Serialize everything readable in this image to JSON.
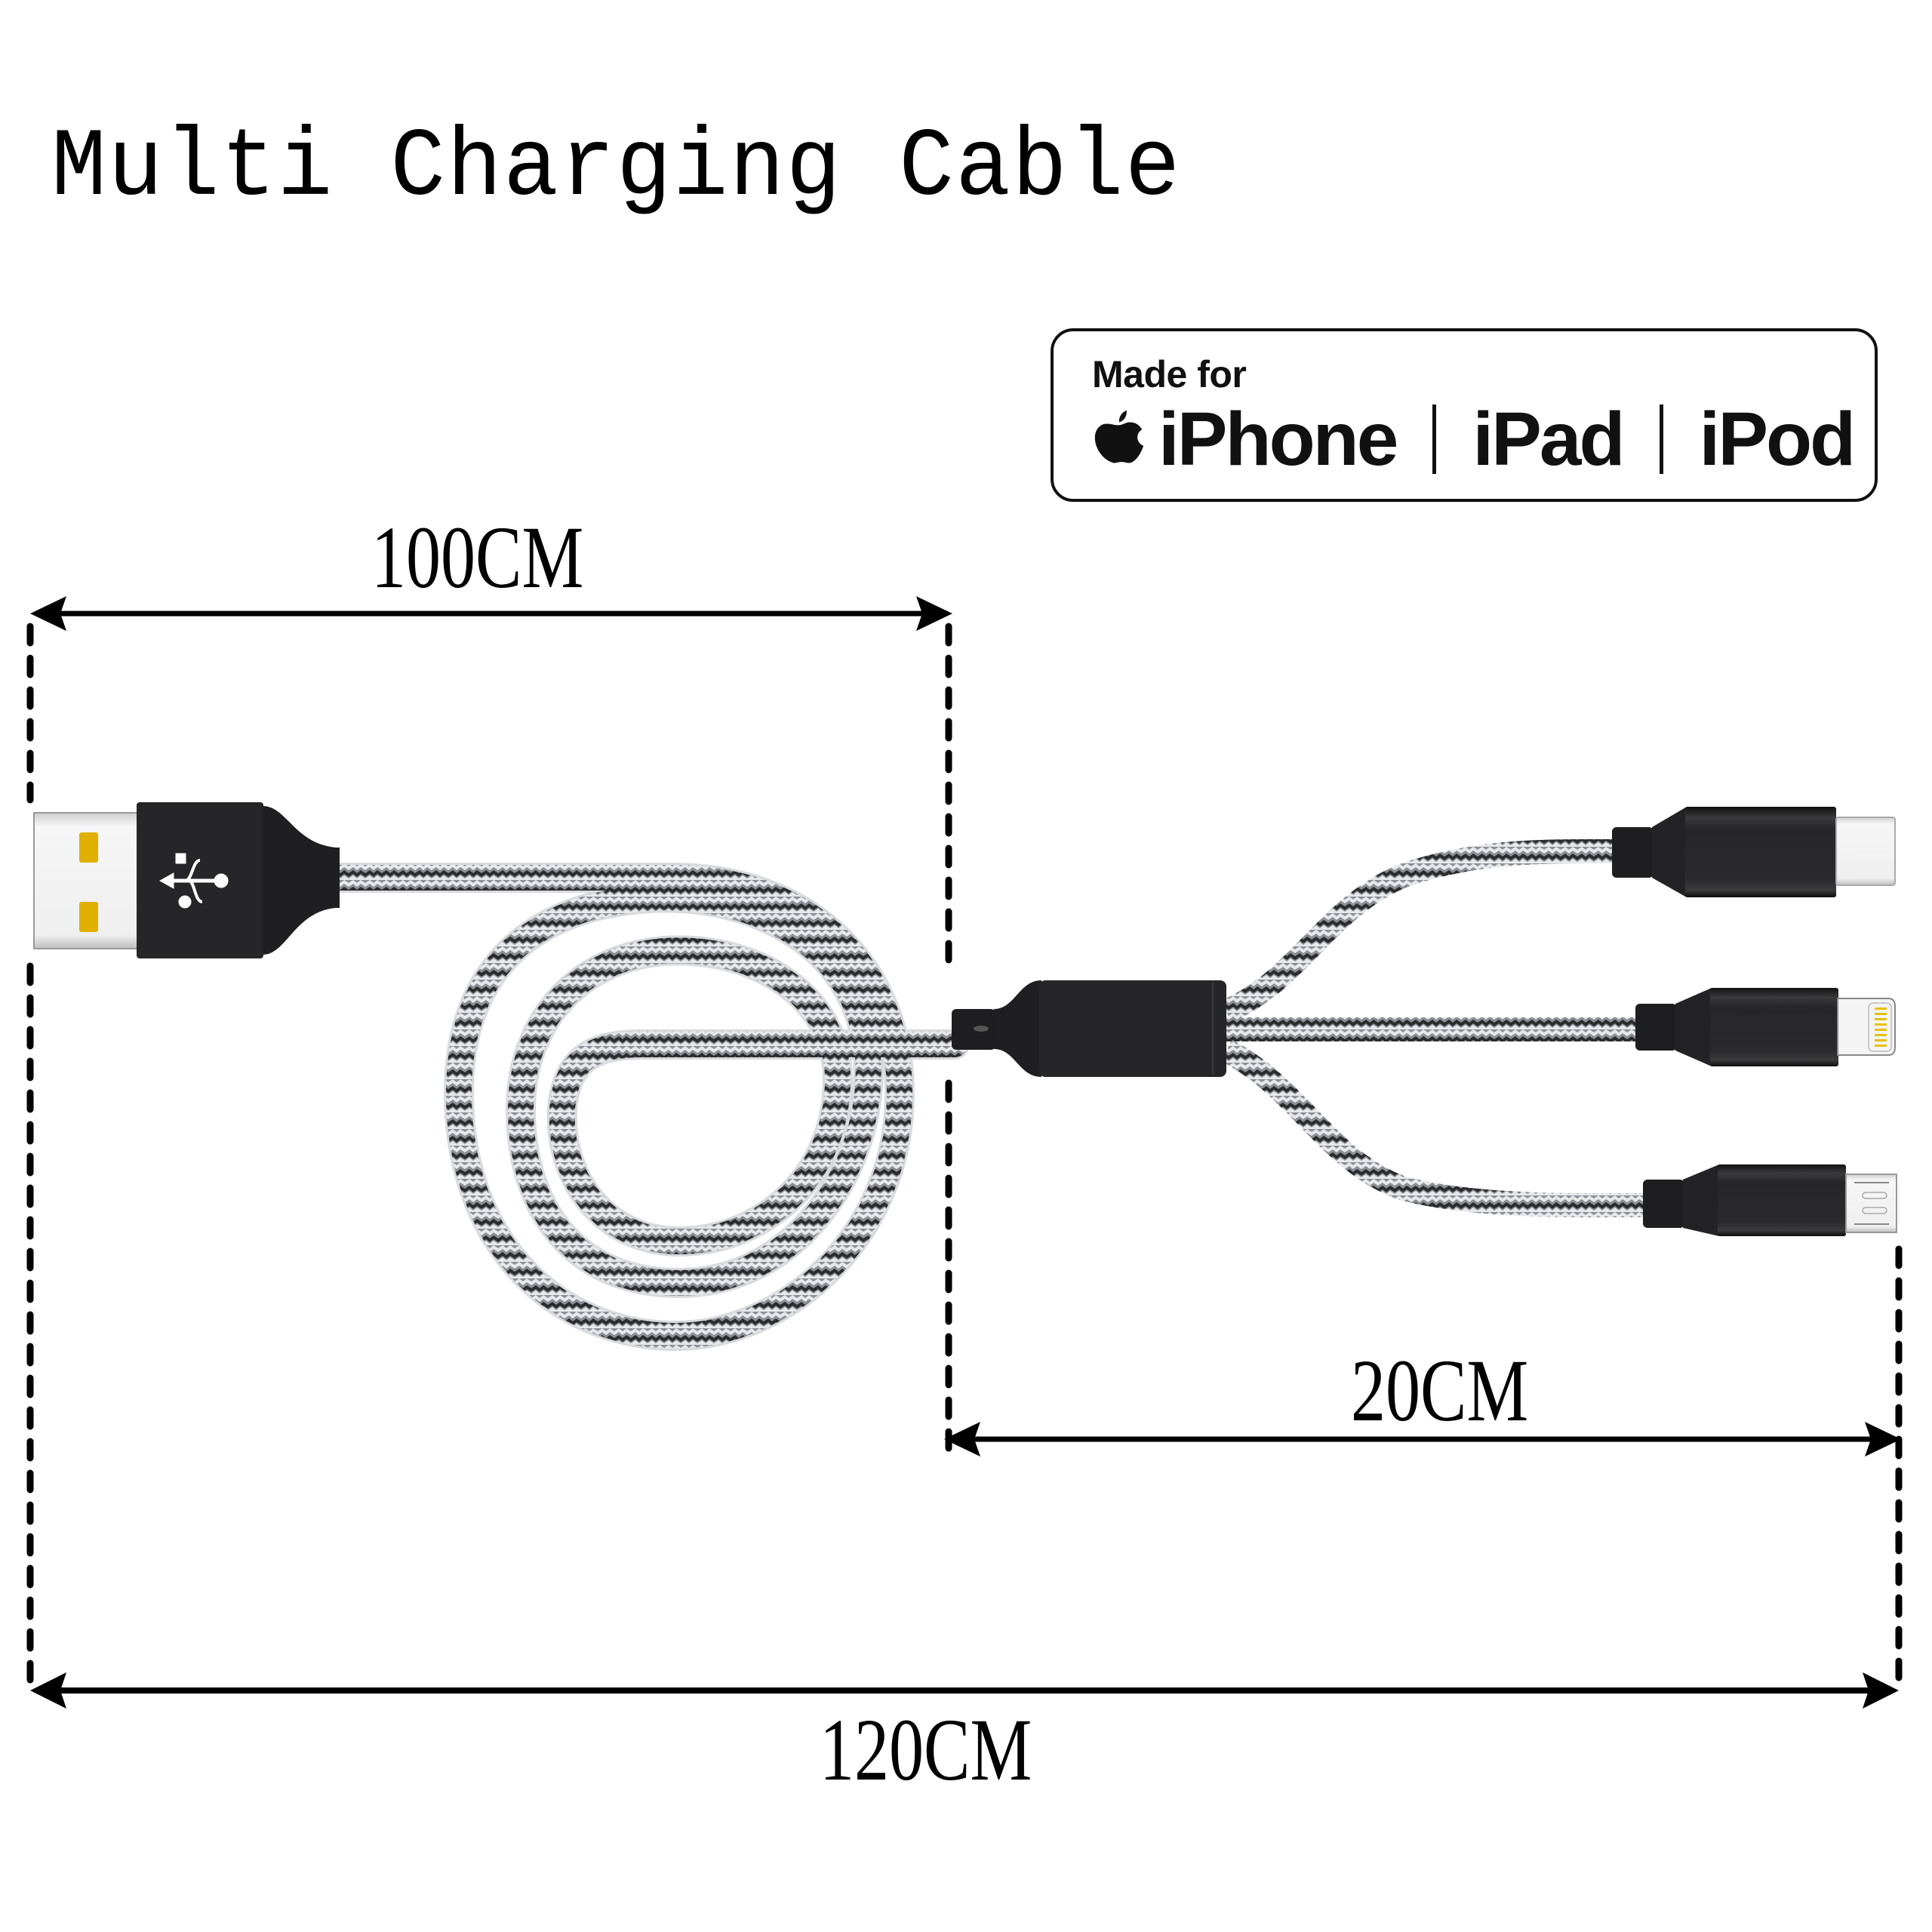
{
  "title": "Multi Charging Cable",
  "badge": {
    "made_for": "Made for",
    "logo_icon": "apple-logo-icon",
    "devices": [
      "iPhone",
      "iPad",
      "iPod"
    ]
  },
  "dimensions": {
    "main_cable": {
      "label": "100CM",
      "value_cm": 100
    },
    "branch_cables": {
      "label": "20CM",
      "value_cm": 20
    },
    "total_length": {
      "label": "120CM",
      "value_cm": 120
    }
  },
  "connectors": {
    "input": {
      "type": "USB-A",
      "icon": "usb-icon"
    },
    "outputs": [
      {
        "type": "USB-C"
      },
      {
        "type": "Lightning"
      },
      {
        "type": "Micro-USB"
      }
    ]
  },
  "colors": {
    "connector_body": "#222224",
    "braid_light": "#e6e8ec",
    "braid_mid": "#8c8f94",
    "braid_dark": "#2b2b2d",
    "usb_plug": "#f2f2f2",
    "gold_contact": "#e0b000",
    "line": "#000000"
  }
}
